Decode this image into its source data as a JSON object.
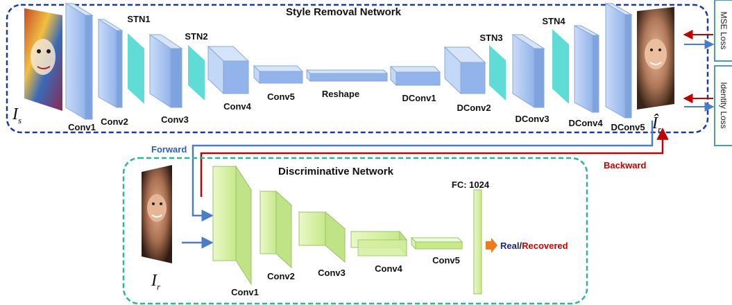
{
  "style_removal": {
    "title": "Style Removal Network",
    "input_symbol": "I",
    "input_subscript": "s",
    "output_symbol": "Î",
    "output_subscript": "r",
    "layers": {
      "conv1": "Conv1",
      "stn1": "STN1",
      "conv2": "Conv2",
      "stn2": "STN2",
      "conv3": "Conv3",
      "conv4": "Conv4",
      "conv5": "Conv5",
      "reshape": "Reshape",
      "dconv1": "DConv1",
      "dconv2": "DConv2",
      "stn3": "STN3",
      "dconv3": "DConv3",
      "stn4": "STN4",
      "dconv4": "DConv4",
      "dconv5": "DConv5"
    }
  },
  "discriminative": {
    "title": "Discriminative Network",
    "input_symbol": "I",
    "input_subscript": "r",
    "layers": {
      "conv1": "Conv1",
      "conv2": "Conv2",
      "conv3": "Conv3",
      "conv4": "Conv4",
      "conv5": "Conv5",
      "fc": "FC: 1024"
    },
    "output_real": "Real",
    "output_sep": "/",
    "output_recovered": "Recovered"
  },
  "losses": {
    "mse": "MSE Loss",
    "identity": "Identity Loss"
  },
  "arrows": {
    "forward": "Forward",
    "backward": "Backward"
  },
  "colors": {
    "style_border": "#1a3aa0",
    "disc_border": "#2bb594",
    "forward": "#4a7cc8",
    "backward": "#c00000",
    "blue_block": "#a9c4ef",
    "green_block": "#d6f0a6",
    "stn": "#5fdcd6",
    "loss_border": "#4a9bb5",
    "orange": "#ee7a20",
    "real_text": "#1a237e",
    "recovered_text": "#d00000"
  }
}
